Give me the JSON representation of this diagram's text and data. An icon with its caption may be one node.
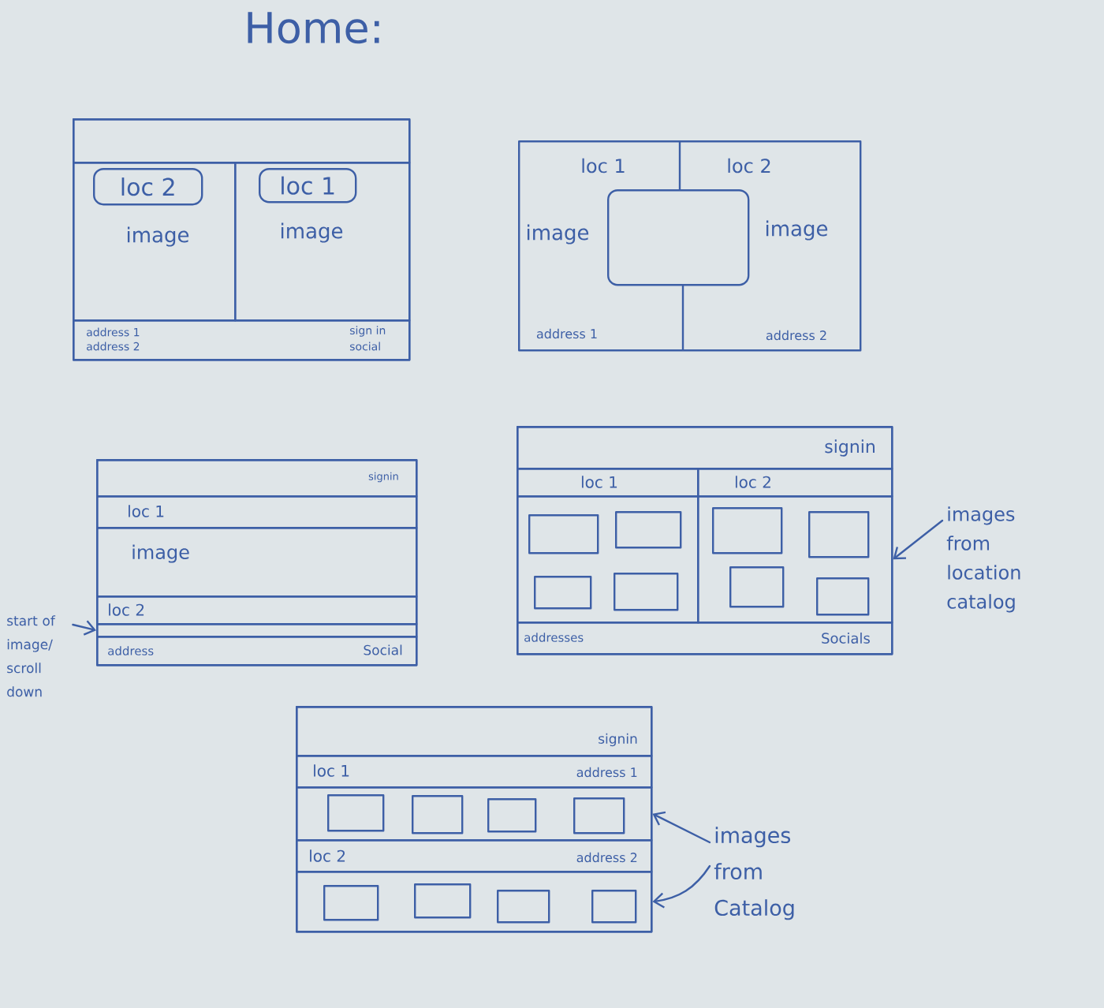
{
  "diagram": {
    "title": "Home:",
    "nodes": [
      {
        "text": [],
        "shape": "box"
      },
      {
        "text": [],
        "shape": "box",
        "in": 0
      },
      {
        "text": [
          "image"
        ],
        "in": 0
      },
      {
        "text": [
          "loc 2"
        ],
        "in": 2
      },
      {
        "text": [
          "image"
        ],
        "in": 0
      },
      {
        "text": [
          "loc 1"
        ],
        "in": 4
      },
      {
        "text": [
          "address 1",
          "address 2",
          "sign in",
          "social"
        ],
        "in": 0
      },
      {
        "text": [
          "loc 1",
          "loc 2",
          "image",
          "image",
          "address 1",
          "address 2"
        ]
      },
      {
        "text": [],
        "shape": "box",
        "in": 7
      },
      {
        "text": [],
        "shape": "box"
      },
      {
        "text": [
          "signin"
        ],
        "in": 9
      },
      {
        "text": [
          "loc 1"
        ],
        "in": 9
      },
      {
        "text": [
          "image"
        ],
        "in": 9
      },
      {
        "text": [
          "loc 2"
        ],
        "in": 9
      },
      {
        "text": [],
        "shape": "box",
        "in": 9
      },
      {
        "text": [
          "address",
          "Social"
        ],
        "in": 9
      },
      {
        "text": [
          "start of image/ scroll down"
        ]
      },
      {
        "text": [],
        "shape": "box"
      },
      {
        "text": [
          "signin"
        ],
        "in": 17
      },
      {
        "text": [
          "loc 1"
        ],
        "in": 17
      },
      {
        "text": [
          "loc 2"
        ],
        "in": 17
      },
      {
        "text": [],
        "shape": "box",
        "in": 17
      },
      {
        "text": [],
        "shape": "box",
        "in": 21
      },
      {
        "text": [],
        "shape": "box",
        "in": 21
      },
      {
        "text": [],
        "shape": "box",
        "in": 21
      },
      {
        "text": [],
        "shape": "box",
        "in": 21
      },
      {
        "text": [],
        "shape": "box",
        "in": 17
      },
      {
        "text": [],
        "shape": "box",
        "in": 26
      },
      {
        "text": [],
        "shape": "box",
        "in": 26
      },
      {
        "text": [],
        "shape": "box",
        "in": 26
      },
      {
        "text": [],
        "shape": "box",
        "in": 26
      },
      {
        "text": [
          "addresses",
          "Socials"
        ],
        "in": 17
      },
      {
        "text": [
          "images from location catalog"
        ]
      },
      {
        "text": [],
        "shape": "box"
      },
      {
        "text": [
          "signin"
        ],
        "in": 33
      },
      {
        "text": [
          "loc 1",
          "address 1"
        ],
        "in": 33
      },
      {
        "text": [],
        "shape": "box",
        "in": 33
      },
      {
        "text": [],
        "shape": "box",
        "in": 36
      },
      {
        "text": [],
        "shape": "box",
        "in": 36
      },
      {
        "text": [],
        "shape": "box",
        "in": 36
      },
      {
        "text": [],
        "shape": "box",
        "in": 36
      },
      {
        "text": [
          "loc 2",
          "address 2"
        ],
        "in": 33
      },
      {
        "text": [],
        "shape": "box",
        "in": 33
      },
      {
        "text": [],
        "shape": "box",
        "in": 42
      },
      {
        "text": [],
        "shape": "box",
        "in": 42
      },
      {
        "text": [],
        "shape": "box",
        "in": 42
      },
      {
        "text": [],
        "shape": "box",
        "in": 42
      },
      {
        "text": [
          "images from Catalog"
        ]
      }
    ],
    "edges": [
      {
        "from": 16,
        "to": 14,
        "arrow": "to"
      },
      {
        "from": 32,
        "to": 26,
        "arrow": "to"
      },
      {
        "from": 47,
        "to": 36,
        "arrow": "to"
      },
      {
        "from": 47,
        "to": 42,
        "arrow": "to"
      }
    ]
  }
}
